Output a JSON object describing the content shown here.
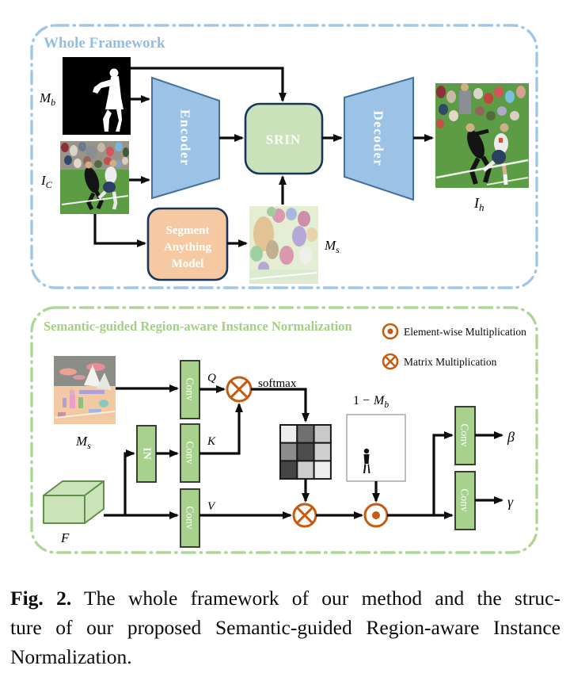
{
  "colors": {
    "panel1_border": "#9ec7ea",
    "panel1_title": "#92bde2",
    "panel2_border": "#aed695",
    "panel2_title": "#a3cf83",
    "arrow": "#0d0d0d",
    "encoder_fill": "#9cc3e5",
    "encoder_stroke": "#41719c",
    "srin_fill": "#c9e2ba",
    "navy_stroke": "#17365d",
    "sam_fill": "#f6c9a3",
    "conv_fill": "#a9d18e",
    "conv_stroke": "#3c3c3c",
    "cuboid_fill": "#cbe3b8",
    "cuboid_stroke": "#5f8f4a",
    "op_orange": "#c55a11",
    "white_text": "#ffffff"
  },
  "whole_framework": {
    "title": "Whole Framework",
    "encoder_label": "Encoder",
    "srin_label": "SRIN",
    "decoder_label": "Decoder",
    "sam_line1": "Segment",
    "sam_line2": "Anything",
    "sam_line3": "Model",
    "labels": {
      "mb": {
        "base": "M",
        "sub": "b"
      },
      "ic": {
        "base": "I",
        "sub": "C"
      },
      "ih": {
        "base": "I",
        "sub": "h"
      },
      "ms": {
        "base": "M",
        "sub": "s"
      }
    }
  },
  "srin_module": {
    "title": "Semantic-guided Region-aware Instance Normalization",
    "legend": {
      "elementwise_label": "Element-wise Multiplication",
      "matrix_label": "Matrix Multiplication"
    },
    "in_label": "IN",
    "conv_label": "Conv",
    "q_label": "Q",
    "k_label": "K",
    "v_label": "V",
    "softmax_label": "softmax",
    "one_minus_mb": {
      "prefix": "1 −",
      "base": "M",
      "sub": "b"
    },
    "beta_label": "β",
    "gamma_label": "γ",
    "f_label": "F",
    "ms_label": {
      "base": "M",
      "sub": "s"
    },
    "attention_matrix_shades": [
      [
        "#ededed",
        "#707070",
        "#c9c9c9"
      ],
      [
        "#8d8d8d",
        "#4d4d4d",
        "#cfcfcf"
      ],
      [
        "#454545",
        "#cdcdcd",
        "#eeeeee"
      ]
    ]
  },
  "caption": {
    "fig_label": "Fig. 2.",
    "line1_rest": " The whole framework of our method and the struc-",
    "line2": "ture of our proposed Semantic-guided Region-aware Instance",
    "line3": "Normalization."
  }
}
